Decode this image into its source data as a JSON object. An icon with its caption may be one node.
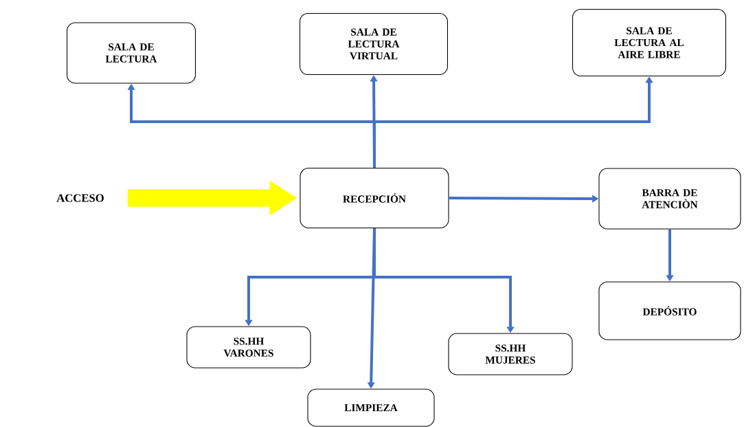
{
  "diagram": {
    "nodes": [
      {
        "text": [
          "SALA DE LECTURA"
        ]
      },
      {
        "text": [
          "SALA DE LECTURA VIRTUAL"
        ]
      },
      {
        "text": [
          "SALA DE LECTURA AL AIRE LIBRE"
        ]
      },
      {
        "text": [
          "ACCESO"
        ]
      },
      {
        "text": [
          "RECEPCIÓN"
        ]
      },
      {
        "text": [
          "BARRA DE ATENCIÒN"
        ]
      },
      {
        "text": [
          "SS.HH VARONES"
        ]
      },
      {
        "text": [
          "SS.HH MUJERES"
        ]
      },
      {
        "text": [
          "DEPÓSITO"
        ]
      },
      {
        "text": [
          "LIMPIEZA"
        ]
      }
    ],
    "edges": [
      {
        "from": 3,
        "to": 4,
        "arrow": "to",
        "style": "thick",
        "color": "#ffff00"
      },
      {
        "from": 4,
        "to": 0,
        "arrow": "to"
      },
      {
        "from": 4,
        "to": 1,
        "arrow": "to"
      },
      {
        "from": 4,
        "to": 2,
        "arrow": "to"
      },
      {
        "from": 4,
        "to": 5,
        "arrow": "to"
      },
      {
        "from": 5,
        "to": 8,
        "arrow": "to"
      },
      {
        "from": 4,
        "to": 6,
        "arrow": "to"
      },
      {
        "from": 4,
        "to": 7,
        "arrow": "to"
      },
      {
        "from": 4,
        "to": 9,
        "arrow": "to"
      }
    ]
  }
}
